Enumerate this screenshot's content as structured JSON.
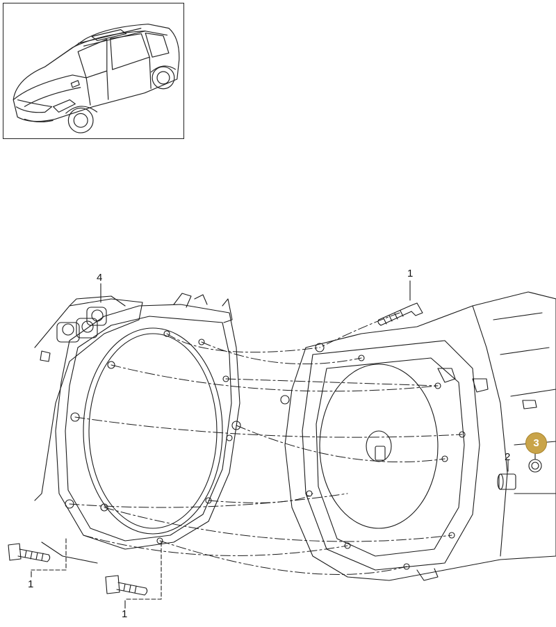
{
  "callouts": {
    "bolt_top": "1",
    "bolt_left": "1",
    "bolt_bottom": "1",
    "dowel_sleeve": "2",
    "plug_highlighted": "3",
    "transmission": "4"
  },
  "colors": {
    "highlight": "#c9a44a",
    "line": "#1a1a1a"
  }
}
